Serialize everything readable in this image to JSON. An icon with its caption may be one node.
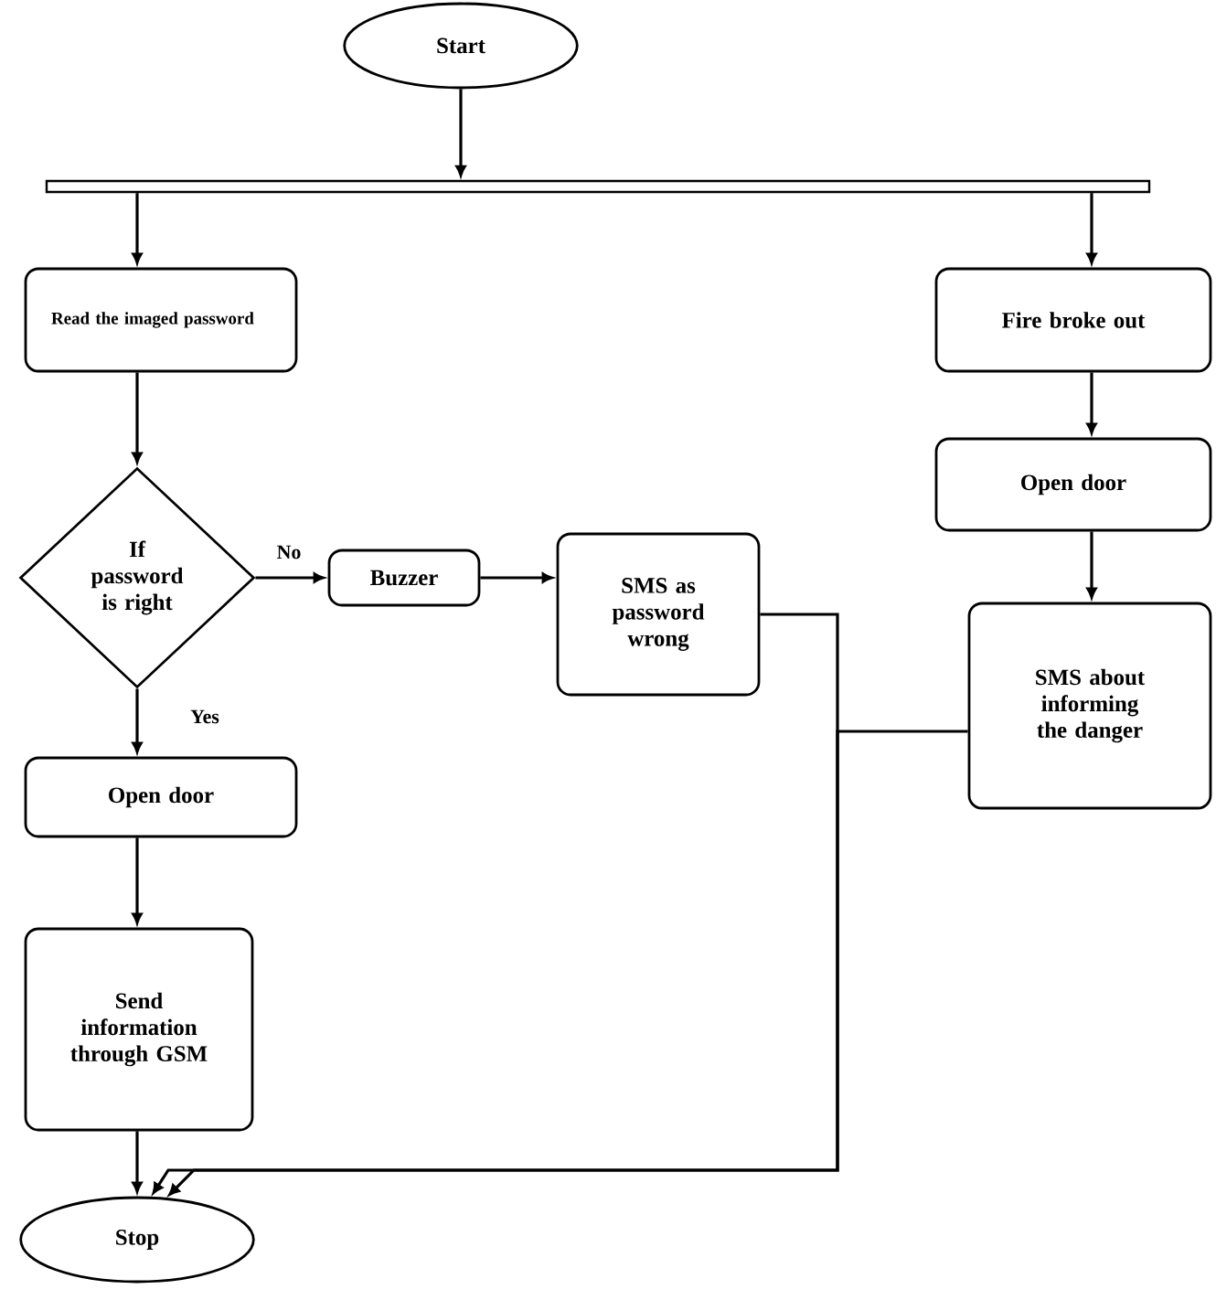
{
  "diagram": {
    "nodes": [
      {
        "text": [
          "Start"
        ]
      },
      {
        "text": [],
        "shape": "bar"
      },
      {
        "text": [
          "Read the imaged password"
        ]
      },
      {
        "text": [
          "Fire broke out"
        ]
      },
      {
        "text": [
          "If password is right"
        ]
      },
      {
        "text": [
          "Buzzer"
        ]
      },
      {
        "text": [
          "SMS as password wrong"
        ]
      },
      {
        "text": [
          "Open door"
        ]
      },
      {
        "text": [
          "Send information through GSM"
        ]
      },
      {
        "text": [
          "Stop"
        ]
      },
      {
        "text": [
          "Open door"
        ]
      },
      {
        "text": [
          "SMS about informing the danger"
        ]
      }
    ],
    "edges": [
      {
        "from": 0,
        "to": 1,
        "arrow": "to"
      },
      {
        "from": 1,
        "to": 2,
        "arrow": "to"
      },
      {
        "from": 1,
        "to": 3,
        "arrow": "to"
      },
      {
        "from": 2,
        "to": 4,
        "arrow": "to"
      },
      {
        "from": 4,
        "to": 5,
        "arrow": "to",
        "label": "No"
      },
      {
        "from": 5,
        "to": 6,
        "arrow": "to"
      },
      {
        "from": 4,
        "to": 7,
        "arrow": "to",
        "label": "Yes"
      },
      {
        "from": 7,
        "to": 8,
        "arrow": "to"
      },
      {
        "from": 8,
        "to": 9,
        "arrow": "to"
      },
      {
        "from": 3,
        "to": 10,
        "arrow": "to"
      },
      {
        "from": 10,
        "to": 11,
        "arrow": "to"
      },
      {
        "from": 6,
        "to": 9,
        "arrow": "to"
      },
      {
        "from": 11,
        "to": 9,
        "arrow": "to"
      }
    ]
  }
}
